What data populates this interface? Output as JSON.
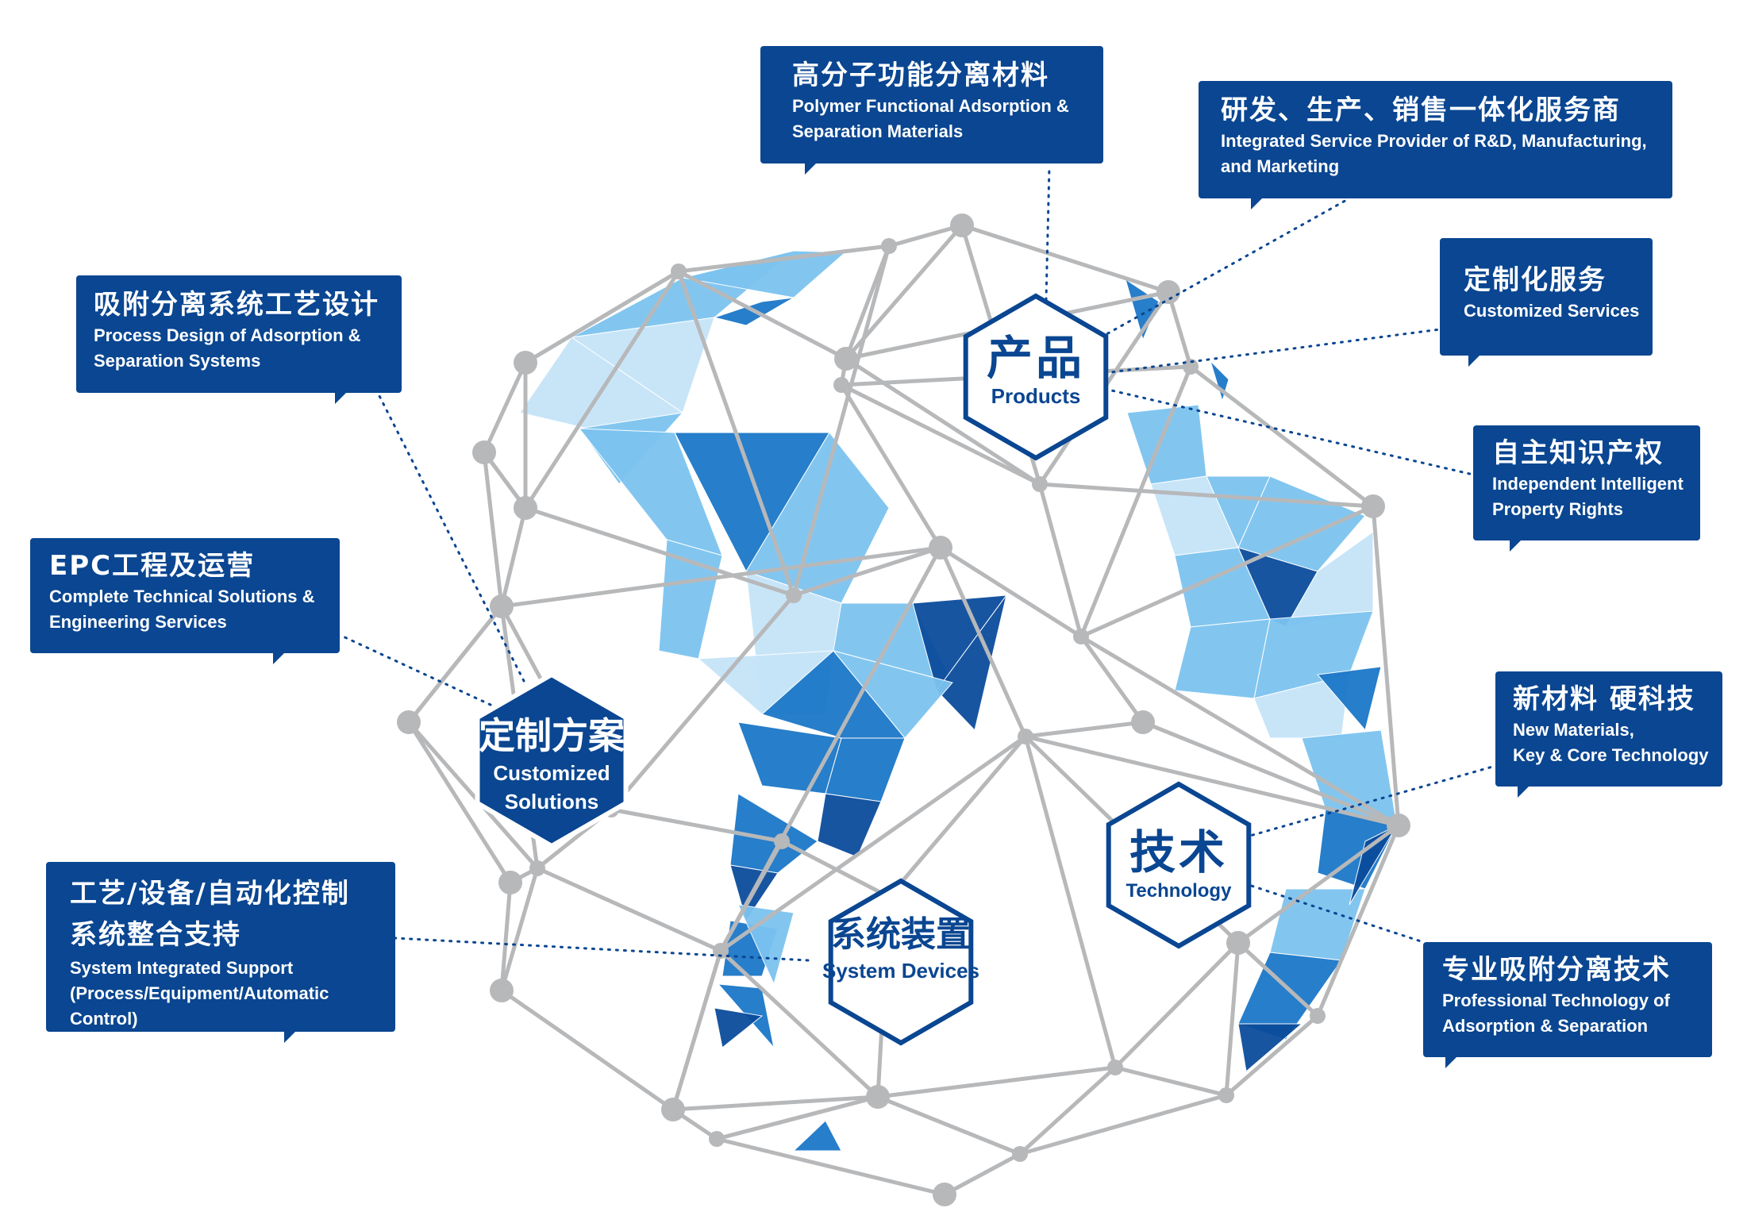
{
  "colors": {
    "brand_blue": "#0a4691",
    "dark_blue": "#0b4c9c",
    "mid_blue": "#1c78c8",
    "light_blue": "#7cc3f0",
    "pale_blue": "#c6e4f8",
    "node_gray": "#b7b8ba",
    "dot_line": "#0a4691"
  },
  "hubs": {
    "products": {
      "zh": "产品",
      "en": "Products"
    },
    "solutions": {
      "zh": "定制方案",
      "en": "Customized\nSolutions"
    },
    "technology": {
      "zh": "技术",
      "en": "Technology"
    },
    "devices": {
      "zh": "系统装置",
      "en": "System Devices"
    }
  },
  "callouts": {
    "polymer": {
      "zh": "高分子功能分离材料",
      "en": "Polymer Functional Adsorption &\nSeparation Materials"
    },
    "integrated": {
      "zh": "研发、生产、销售一体化服务商",
      "en": "Integrated Service Provider of R&D, Manufacturing,\nand Marketing"
    },
    "customized_services": {
      "zh": "定制化服务",
      "en": "Customized Services"
    },
    "ip": {
      "zh": "自主知识产权",
      "en": "Independent Intelligent\nProperty Rights"
    },
    "new_materials": {
      "zh": "新材料 硬科技",
      "en": "New Materials,\nKey & Core Technology"
    },
    "professional": {
      "zh": "专业吸附分离技术",
      "en": "Professional Technology of\nAdsorption & Separation"
    },
    "process_design": {
      "zh": "吸附分离系统工艺设计",
      "en": "Process Design of Adsorption &\nSeparation Systems"
    },
    "epc": {
      "zh": "EPC工程及运营",
      "en": "Complete Technical Solutions &\nEngineering Services"
    },
    "integration": {
      "zh": "工艺/设备/自动化控制\n系统整合支持",
      "en": "System Integrated Support\n(Process/Equipment/Automatic Control)"
    }
  }
}
